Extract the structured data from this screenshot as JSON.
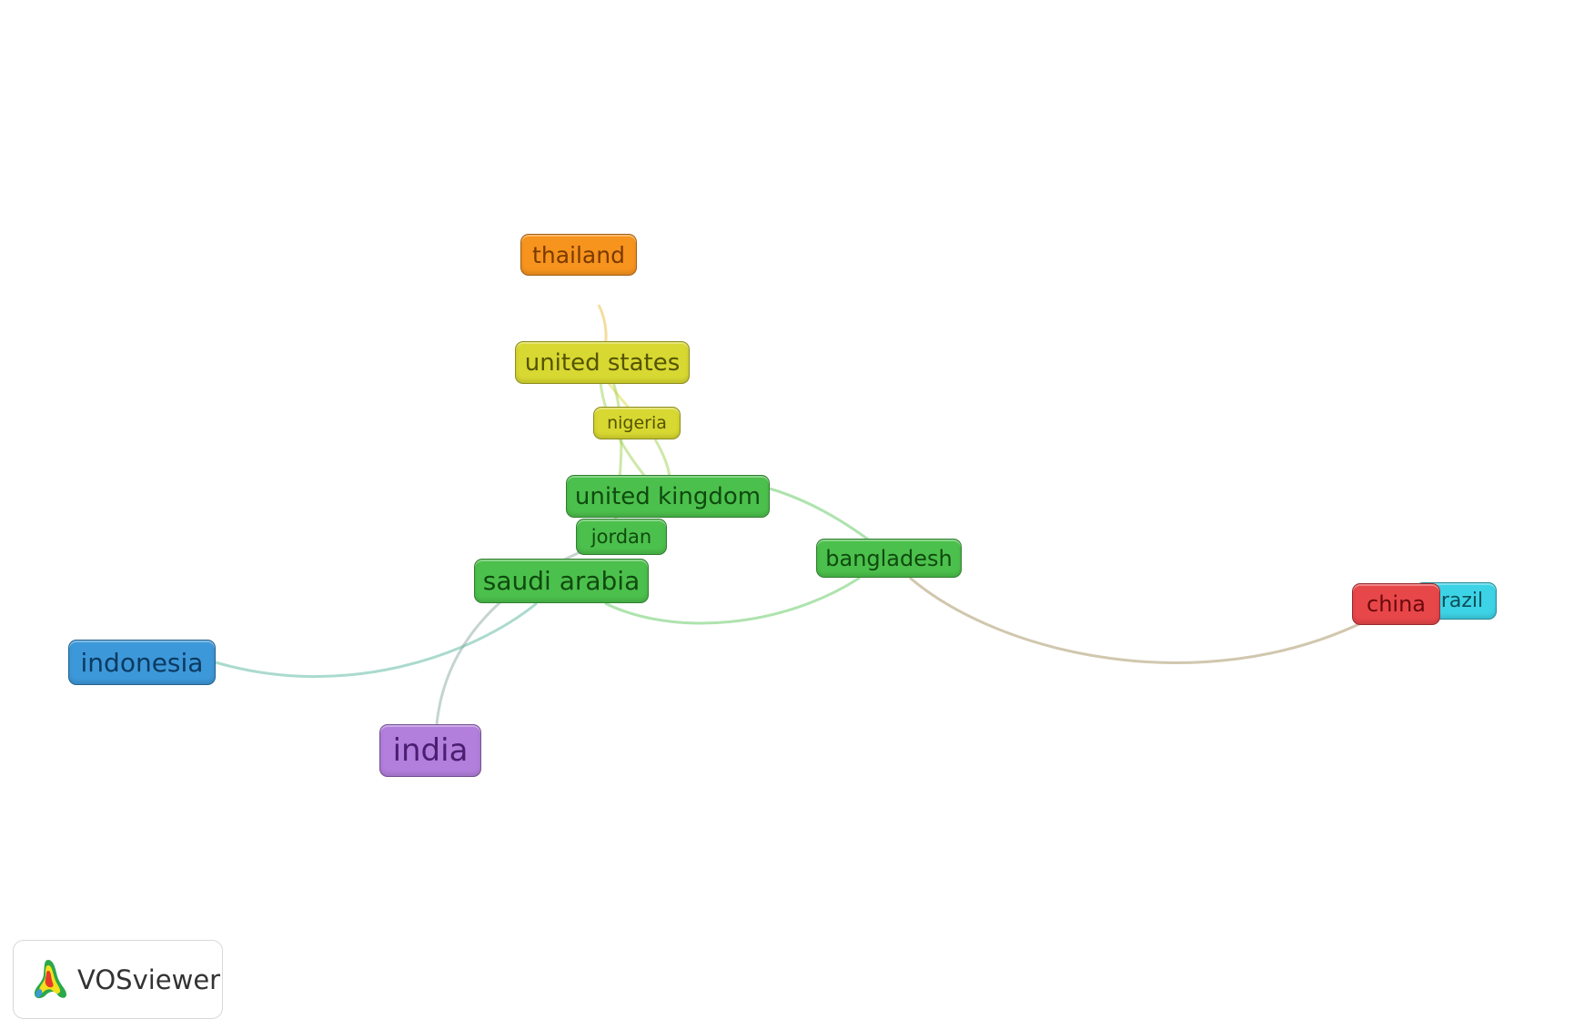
{
  "network": {
    "nodes": [
      {
        "id": "thailand",
        "label": "thailand",
        "color": "#f7941e",
        "text_color": "#7a3a00"
      },
      {
        "id": "united-states",
        "label": "united states",
        "color": "#d8d832",
        "text_color": "#545400"
      },
      {
        "id": "nigeria",
        "label": "nigeria",
        "color": "#d8d832",
        "text_color": "#545400"
      },
      {
        "id": "united-kingdom",
        "label": "united kingdom",
        "color": "#4cc04c",
        "text_color": "#0f4a0f"
      },
      {
        "id": "jordan",
        "label": "jordan",
        "color": "#4cc04c",
        "text_color": "#0f4a0f"
      },
      {
        "id": "saudi-arabia",
        "label": "saudi arabia",
        "color": "#4cc04c",
        "text_color": "#0f4a0f"
      },
      {
        "id": "bangladesh",
        "label": "bangladesh",
        "color": "#4cc04c",
        "text_color": "#0f4a0f"
      },
      {
        "id": "brazil",
        "label": "brazil",
        "color": "#3dd3e6",
        "text_color": "#0c4f59"
      },
      {
        "id": "china",
        "label": "china",
        "color": "#e8474a",
        "text_color": "#6b0a0c"
      },
      {
        "id": "indonesia",
        "label": "indonesia",
        "color": "#3d98d9",
        "text_color": "#0b3a60"
      },
      {
        "id": "india",
        "label": "india",
        "color": "#b27fdc",
        "text_color": "#4a1e70"
      }
    ],
    "links": [
      {
        "source": "thailand",
        "target": "united-states"
      },
      {
        "source": "united-states",
        "target": "nigeria"
      },
      {
        "source": "united-states",
        "target": "united-kingdom"
      },
      {
        "source": "united-states",
        "target": "jordan"
      },
      {
        "source": "nigeria",
        "target": "united-kingdom"
      },
      {
        "source": "united-kingdom",
        "target": "bangladesh"
      },
      {
        "source": "saudi-arabia",
        "target": "bangladesh"
      },
      {
        "source": "saudi-arabia",
        "target": "indonesia"
      },
      {
        "source": "jordan",
        "target": "india"
      },
      {
        "source": "bangladesh",
        "target": "china"
      }
    ]
  },
  "logo": {
    "text": "VOSviewer"
  }
}
